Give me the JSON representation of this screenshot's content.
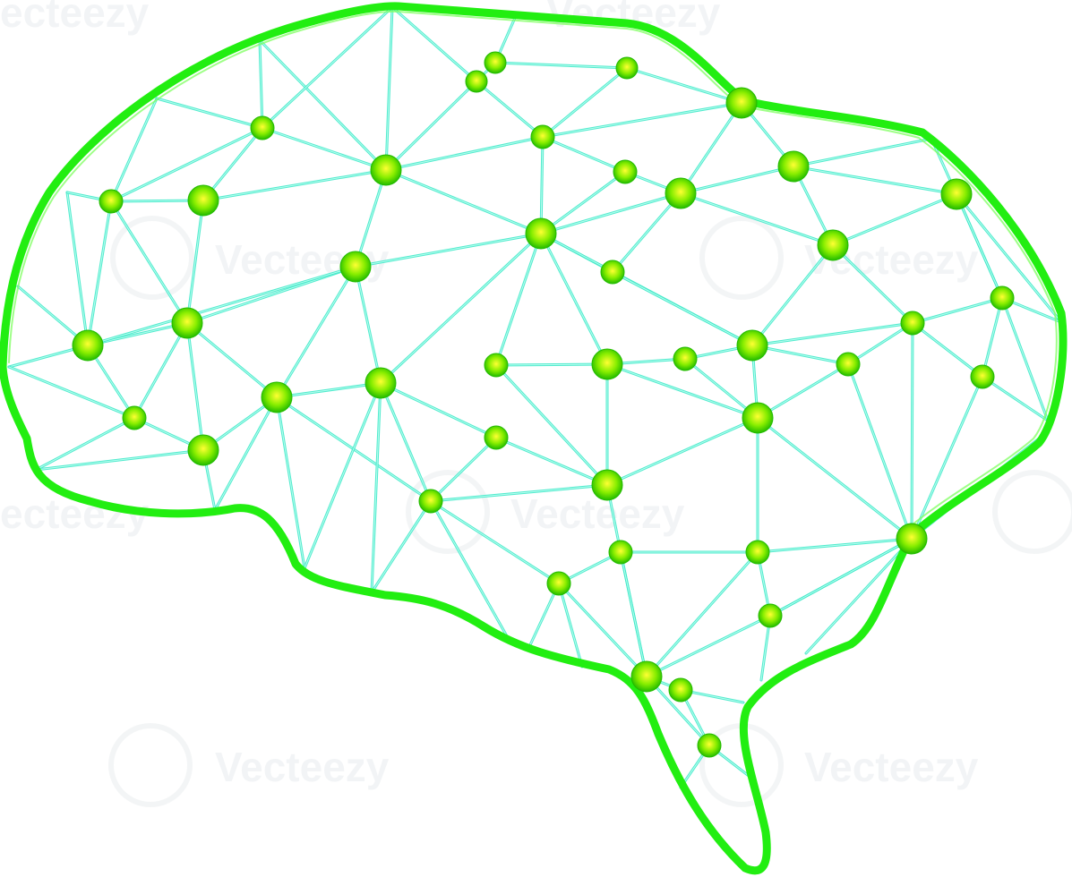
{
  "artwork": {
    "subject": "brain-network-illustration",
    "colors": {
      "outline": "#22ee11",
      "outline_inner": "#4cff2e",
      "edge": "#40e8c8",
      "edge_core": "#b8fff0",
      "node_center": "#ffff33",
      "node_mid": "#88ee00",
      "node_edge": "#22bb00",
      "background": "#ffffff"
    }
  },
  "watermark": {
    "text": "Vecteezy",
    "text_partial": "ecteezy",
    "color": "#e9ecef"
  }
}
